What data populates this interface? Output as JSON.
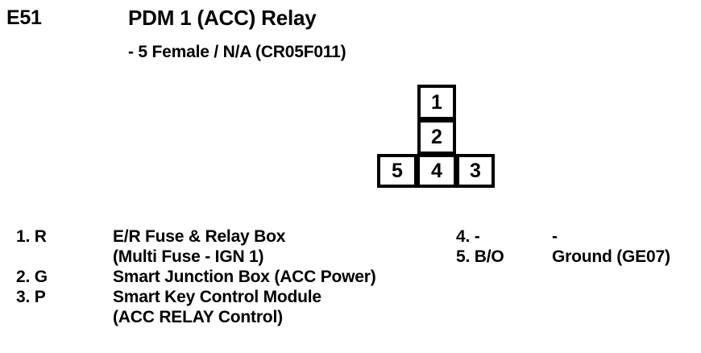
{
  "header": {
    "code": "E51",
    "title": "PDM 1 (ACC) Relay",
    "subtitle": "-  5 Female / N/A (CR05F011)"
  },
  "connector": {
    "shape": "inverted-t",
    "top_column": [
      {
        "pin": "1"
      },
      {
        "pin": "2"
      }
    ],
    "bottom_row": [
      {
        "pin": "5"
      },
      {
        "pin": "4"
      },
      {
        "pin": "3"
      }
    ]
  },
  "pinout": {
    "left_column": [
      {
        "label": "1. R",
        "number": "1",
        "wire_color": "R",
        "desc": "E/R Fuse & Relay Box",
        "desc2": "(Multi Fuse - IGN 1)"
      },
      {
        "label": "2. G",
        "number": "2",
        "wire_color": "G",
        "desc": "Smart Junction Box (ACC Power)",
        "desc2": ""
      },
      {
        "label": "3. P",
        "number": "3",
        "wire_color": "P",
        "desc": "Smart Key Control Module",
        "desc2": "(ACC RELAY Control)"
      }
    ],
    "right_column": [
      {
        "label": "4. -",
        "number": "4",
        "wire_color": "-",
        "desc": "-",
        "desc2": ""
      },
      {
        "label": "5. B/O",
        "number": "5",
        "wire_color": "B/O",
        "desc": "Ground (GE07)",
        "desc2": ""
      }
    ]
  }
}
